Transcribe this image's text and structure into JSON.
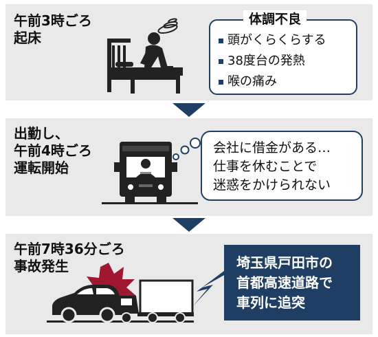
{
  "colors": {
    "navy": "#1f3e63",
    "panel": "#e9e9e9",
    "impact": "#a01830",
    "ink": "#222222"
  },
  "steps": [
    {
      "label_lines": [
        "午前3時ごろ",
        "起床"
      ],
      "symptoms": {
        "title": "体調不良",
        "items": [
          "頭がくらくらする",
          "38度台の発熱",
          "喉の痛み"
        ]
      }
    },
    {
      "label_lines": [
        "出勤し、",
        "午前4時ごろ",
        "運転開始"
      ],
      "thought_lines": [
        "会社に借金がある…",
        "仕事を休むことで",
        "迷惑をかけられない"
      ]
    },
    {
      "label_lines": [
        "午前7時36分ごろ",
        "事故発生"
      ],
      "callout_lines": [
        "埼玉県戸田市の",
        "首都高速道路で",
        "車列に追突"
      ]
    }
  ],
  "icons": [
    "bed-icon",
    "person-sitting-icon",
    "dizzy-icon",
    "truck-icon",
    "driver-icon",
    "car-icon",
    "impact-icon",
    "thought-dots-icon",
    "lightning-pointer-icon",
    "down-arrow-icon"
  ]
}
